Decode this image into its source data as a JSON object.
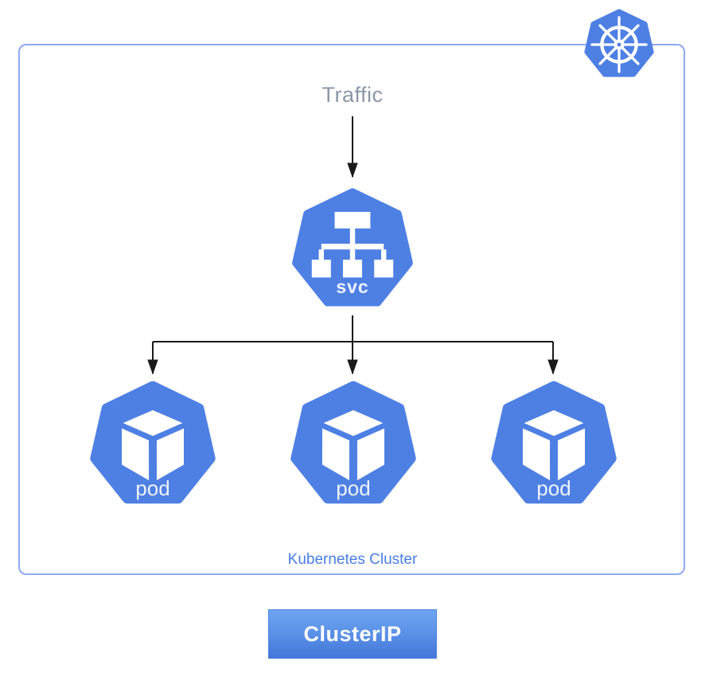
{
  "diagram": {
    "traffic_label": "Traffic",
    "cluster_label": "Kubernetes Cluster",
    "badge_label": "ClusterIP",
    "service": {
      "label": "svc",
      "icon": "service-tree-icon"
    },
    "pods": [
      {
        "label": "pod",
        "icon": "cube-icon"
      },
      {
        "label": "pod",
        "icon": "cube-icon"
      },
      {
        "label": "pod",
        "icon": "cube-icon"
      }
    ],
    "logo": "kubernetes-helm-wheel-icon",
    "colors": {
      "node_fill": "#4e80e4",
      "cluster_border": "#8ea9f1",
      "cluster_label_text": "#4a7ee8",
      "traffic_text": "#8b97a6",
      "badge_gradient_top": "#6ea4ef",
      "badge_gradient_bottom": "#4376da",
      "badge_text": "#ffffff",
      "arrow": "#1a1a1a"
    }
  }
}
